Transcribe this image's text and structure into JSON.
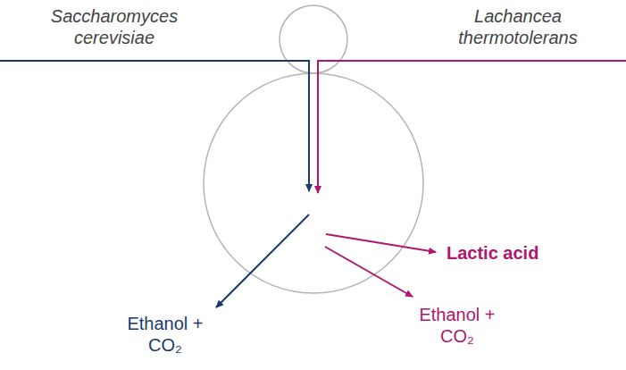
{
  "diagram": {
    "labels": [
      "Saccharomyces cerevisiae",
      "Lachancea thermotolerans",
      "Lactic acid",
      "Ethanol + CO₂",
      "Ethanol + CO₂"
    ]
  }
}
